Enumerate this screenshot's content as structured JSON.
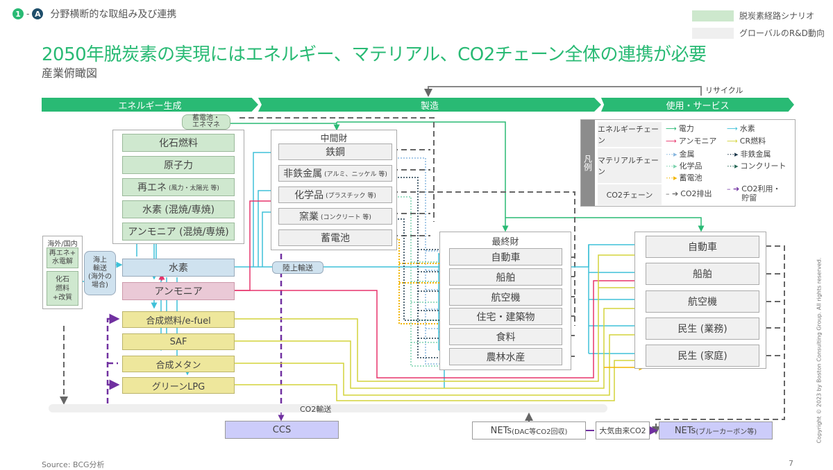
{
  "header": {
    "step_number": "1",
    "step_letter": "A",
    "section_title": "分野横断的な取組み及び連携",
    "title": "2050年脱炭素の実現にはエネルギー、マテリアル、CO2チェーン全体の連携が必要",
    "subtitle": "産業俯瞰図"
  },
  "key": [
    {
      "label": "脱炭素経路シナリオ",
      "color": "#cde8cd"
    },
    {
      "label": "グローバルのR&D動向",
      "color": "#efefef"
    }
  ],
  "stages": [
    {
      "label": "エネルギー生成"
    },
    {
      "label": "製造"
    },
    {
      "label": "使用・サービス"
    }
  ],
  "recycle_label": "リサイクル",
  "energy_generation": {
    "storage": "蓄電池・\nエネマネ",
    "items": [
      {
        "label": "化石燃料",
        "note": ""
      },
      {
        "label": "原子力",
        "note": ""
      },
      {
        "label": "再エネ",
        "note": "(風力・太陽光 等)"
      },
      {
        "label": "水素 (混焼/専焼)",
        "note": ""
      },
      {
        "label": "アンモニア (混焼/専焼)",
        "note": ""
      }
    ]
  },
  "supply": {
    "frame_label": "海外/国内",
    "sources": [
      "再エネ+\n水電解",
      "化石\n燃料\n+改質"
    ],
    "sea_transport": "海上\n輸送\n(海外の\n場合)",
    "hydrogen": "水素",
    "ammonia": "アンモニア",
    "land_transport": "陸上輸送"
  },
  "fuels": [
    "合成燃料/e-fuel",
    "SAF",
    "合成メタン",
    "グリーンLPG"
  ],
  "intermediate": {
    "title": "中間財",
    "items": [
      {
        "label": "鉄鋼",
        "note": ""
      },
      {
        "label": "非鉄金属",
        "note": "(アルミ、ニッケル 等)"
      },
      {
        "label": "化学品",
        "note": "(プラスチック 等)"
      },
      {
        "label": "窯業",
        "note": "(コンクリート 等)"
      },
      {
        "label": "蓄電池",
        "note": ""
      }
    ]
  },
  "final_goods": {
    "title": "最終財",
    "items": [
      "自動車",
      "船舶",
      "航空機",
      "住宅・建築物",
      "食料",
      "農林水産"
    ]
  },
  "use_services": {
    "items": [
      "自動車",
      "船舶",
      "航空機",
      "民生 (業務)",
      "民生 (家庭)"
    ]
  },
  "legend": {
    "title": "凡例",
    "groups": [
      {
        "category": "エネルギーチェーン",
        "items": [
          {
            "label": "電力",
            "color": "#29ba74",
            "style": "solid"
          },
          {
            "label": "水素",
            "color": "#3ec0d8",
            "style": "solid"
          },
          {
            "label": "アンモニア",
            "color": "#e7336b",
            "style": "solid"
          },
          {
            "label": "CR燃料",
            "color": "#d4d43a",
            "style": "solid"
          }
        ]
      },
      {
        "category": "マテリアルチェーン",
        "items": [
          {
            "label": "金属",
            "color": "#8ab8e0",
            "style": "dotted"
          },
          {
            "label": "非鉄金属",
            "color": "#1f3a4d",
            "style": "dotted"
          },
          {
            "label": "化学品",
            "color": "#7fd4b0",
            "style": "dotted"
          },
          {
            "label": "コンクリート",
            "color": "#2b6b5a",
            "style": "dotted"
          },
          {
            "label": "蓄電池",
            "color": "#f2b600",
            "style": "dotted"
          }
        ]
      },
      {
        "category": "CO2チェーン",
        "items": [
          {
            "label": "CO2排出",
            "color": "#666666",
            "style": "dashed"
          },
          {
            "label": "CO2利用・\n貯留",
            "color": "#7030a0",
            "style": "dashed"
          }
        ]
      }
    ]
  },
  "co2": {
    "transport_label": "CO2輸送",
    "ccs": "CCS",
    "nets_dac": "NETs",
    "nets_dac_note": "(DAC等CO2回収)",
    "atmospheric": "大気由来CO2",
    "nets_blue": "NETs",
    "nets_blue_note": "(ブルーカーボン等)"
  },
  "footer": {
    "source": "Source: BCG分析",
    "page": "7",
    "copyright": "Copyright © 2023 by Boston Consulting Group. All rights reserved."
  },
  "colors": {
    "accent": "#29ba74",
    "step_circle": "#29ba74",
    "letter_circle": "#1f4e6b"
  }
}
